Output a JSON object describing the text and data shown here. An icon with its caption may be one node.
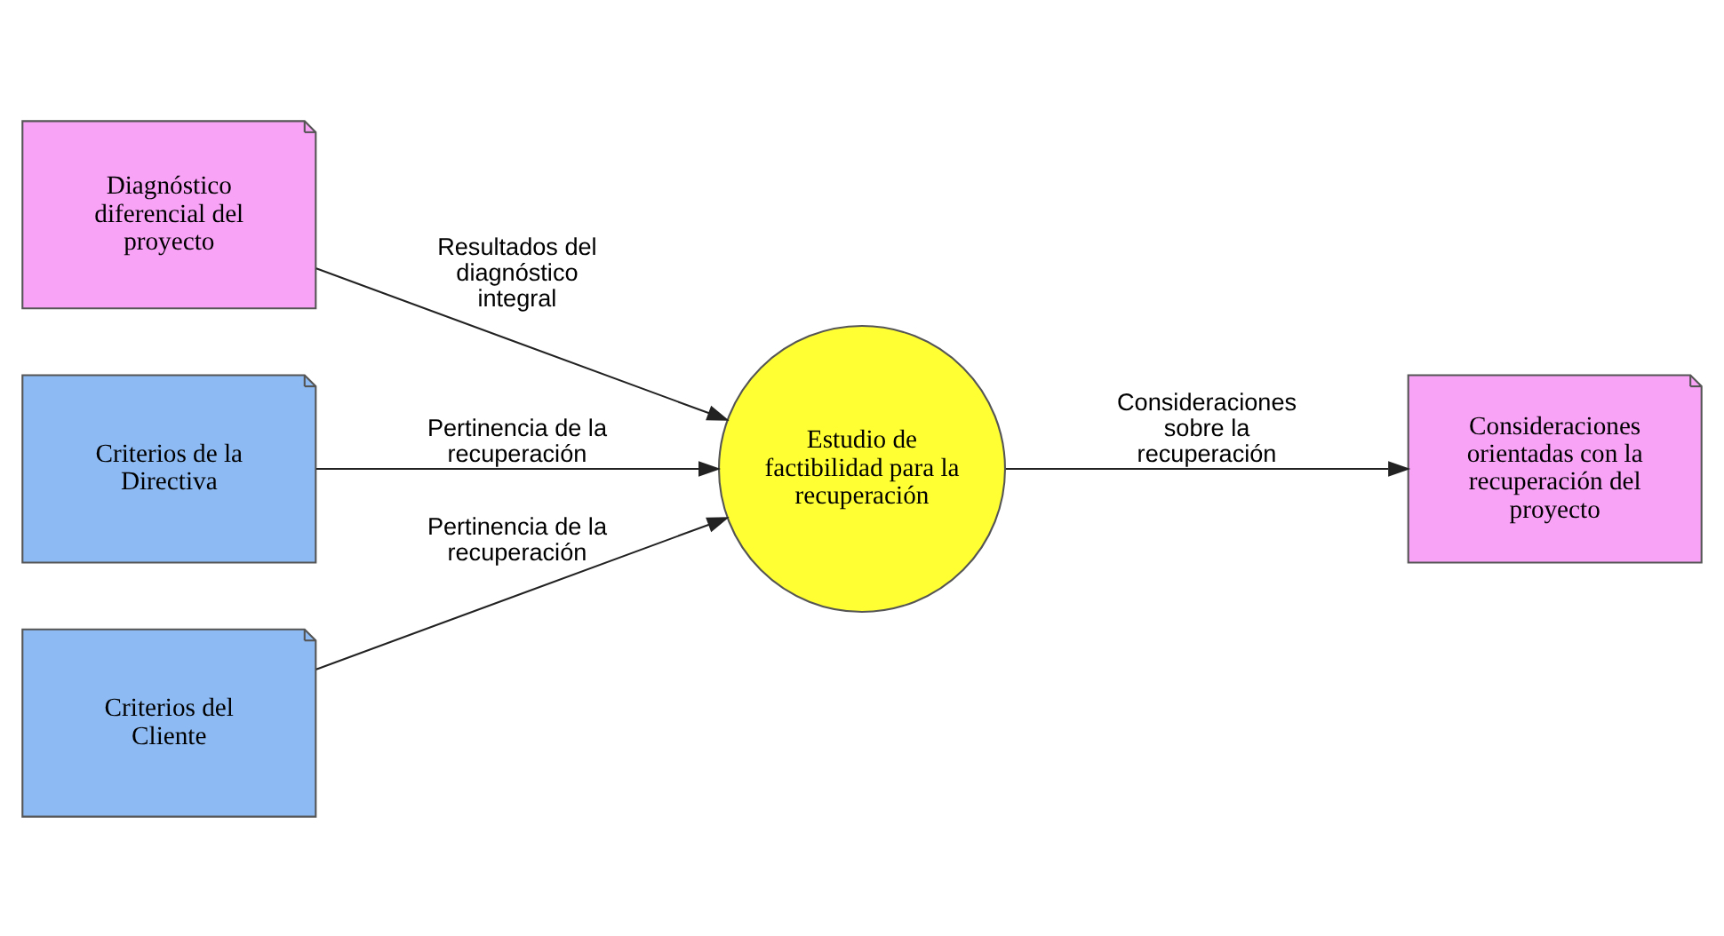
{
  "diagram": {
    "nodes": [
      {
        "text": [
          "Diagnóstico diferencial del proyecto"
        ]
      },
      {
        "text": [
          "Criterios de la Directiva"
        ]
      },
      {
        "text": [
          "Criterios del Cliente"
        ]
      },
      {
        "text": [
          "Estudio de factibilidad para la recuperación"
        ]
      },
      {
        "text": [
          "Consideraciones orientadas con la recuperación del proyecto"
        ]
      }
    ],
    "edges": [
      {
        "from": 0,
        "to": 3,
        "arrow": "to",
        "label": "Resultados del diagnóstico integral"
      },
      {
        "from": 1,
        "to": 3,
        "arrow": "to",
        "label": "Pertinencia de la recuperación"
      },
      {
        "from": 2,
        "to": 3,
        "arrow": "to",
        "label": "Pertinencia de la recuperación"
      },
      {
        "from": 3,
        "to": 4,
        "arrow": "to",
        "label": "Consideraciones sobre la recuperación"
      }
    ]
  }
}
